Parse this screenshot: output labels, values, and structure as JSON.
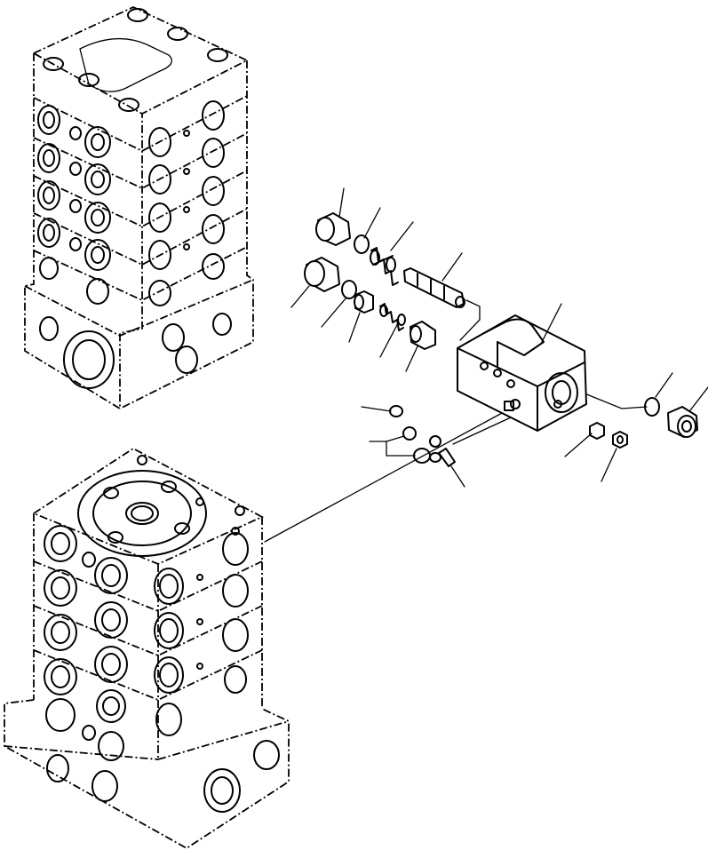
{
  "diagram": {
    "style": "exploded-view line drawing",
    "background_color": "#ffffff",
    "line_color": "#000000",
    "components": [
      "upper-control-valve-stack",
      "lower-control-valve-stack",
      "service-valve-block",
      "plug-large-upper",
      "o-ring-upper",
      "spring-upper",
      "spool",
      "plug-large-lower",
      "o-ring-lower",
      "sleeve",
      "spring-small",
      "piston",
      "o-ring-right",
      "plug-right",
      "small-plug-right",
      "o-ring-set"
    ]
  }
}
